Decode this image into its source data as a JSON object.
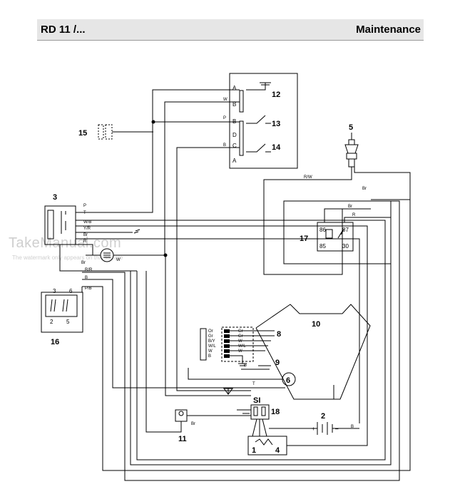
{
  "header": {
    "model": "RD 11 /...",
    "section": "Maintenance"
  },
  "watermark": {
    "text": "TakeManual.com",
    "subtext": "The watermark only appears on this sample"
  },
  "components": {
    "c1": "1",
    "c2": "2",
    "c3": "3",
    "c4": "4",
    "c5": "5",
    "c6": "6",
    "c8": "8",
    "c9": "9",
    "c10": "10",
    "c11": "11",
    "c12": "12",
    "c13": "13",
    "c14": "14",
    "c15": "15",
    "c16": "16",
    "c17": "17",
    "c18": "18",
    "si": "SI"
  },
  "switch_pins": {
    "a1": "A",
    "b1": "B",
    "b2": "B",
    "d": "D",
    "c": "C",
    "a2": "A"
  },
  "switch_wires": {
    "w": "W",
    "p": "P",
    "b": "B"
  },
  "connector3_wires": [
    "P",
    "T",
    "W/B",
    "Y/R",
    "Br",
    "R"
  ],
  "wire_labels": {
    "w_circle": "W",
    "br_left": "Br",
    "rr": "R/R",
    "b_left": "B",
    "pb": "P/B",
    "rw": "R/W",
    "br_5": "Br",
    "br_relay": "Br",
    "r_relay": "R",
    "t": "T",
    "br_11": "Br",
    "b_batt": "B"
  },
  "relay_pins": {
    "p86": "86",
    "p87": "87",
    "p85": "85",
    "p30": "30"
  },
  "block16_pins": {
    "p3": "3",
    "p6": "6",
    "p2": "2",
    "p5": "5"
  },
  "harness8_left": [
    "Or",
    "Gr",
    "B/Y",
    "W/L",
    "W",
    "B"
  ],
  "harness8_right": [
    "Gr",
    "Gr",
    "W",
    "W/L",
    "W"
  ],
  "battery": {
    "plus": "+",
    "minus": "–"
  },
  "ground_b": "B"
}
